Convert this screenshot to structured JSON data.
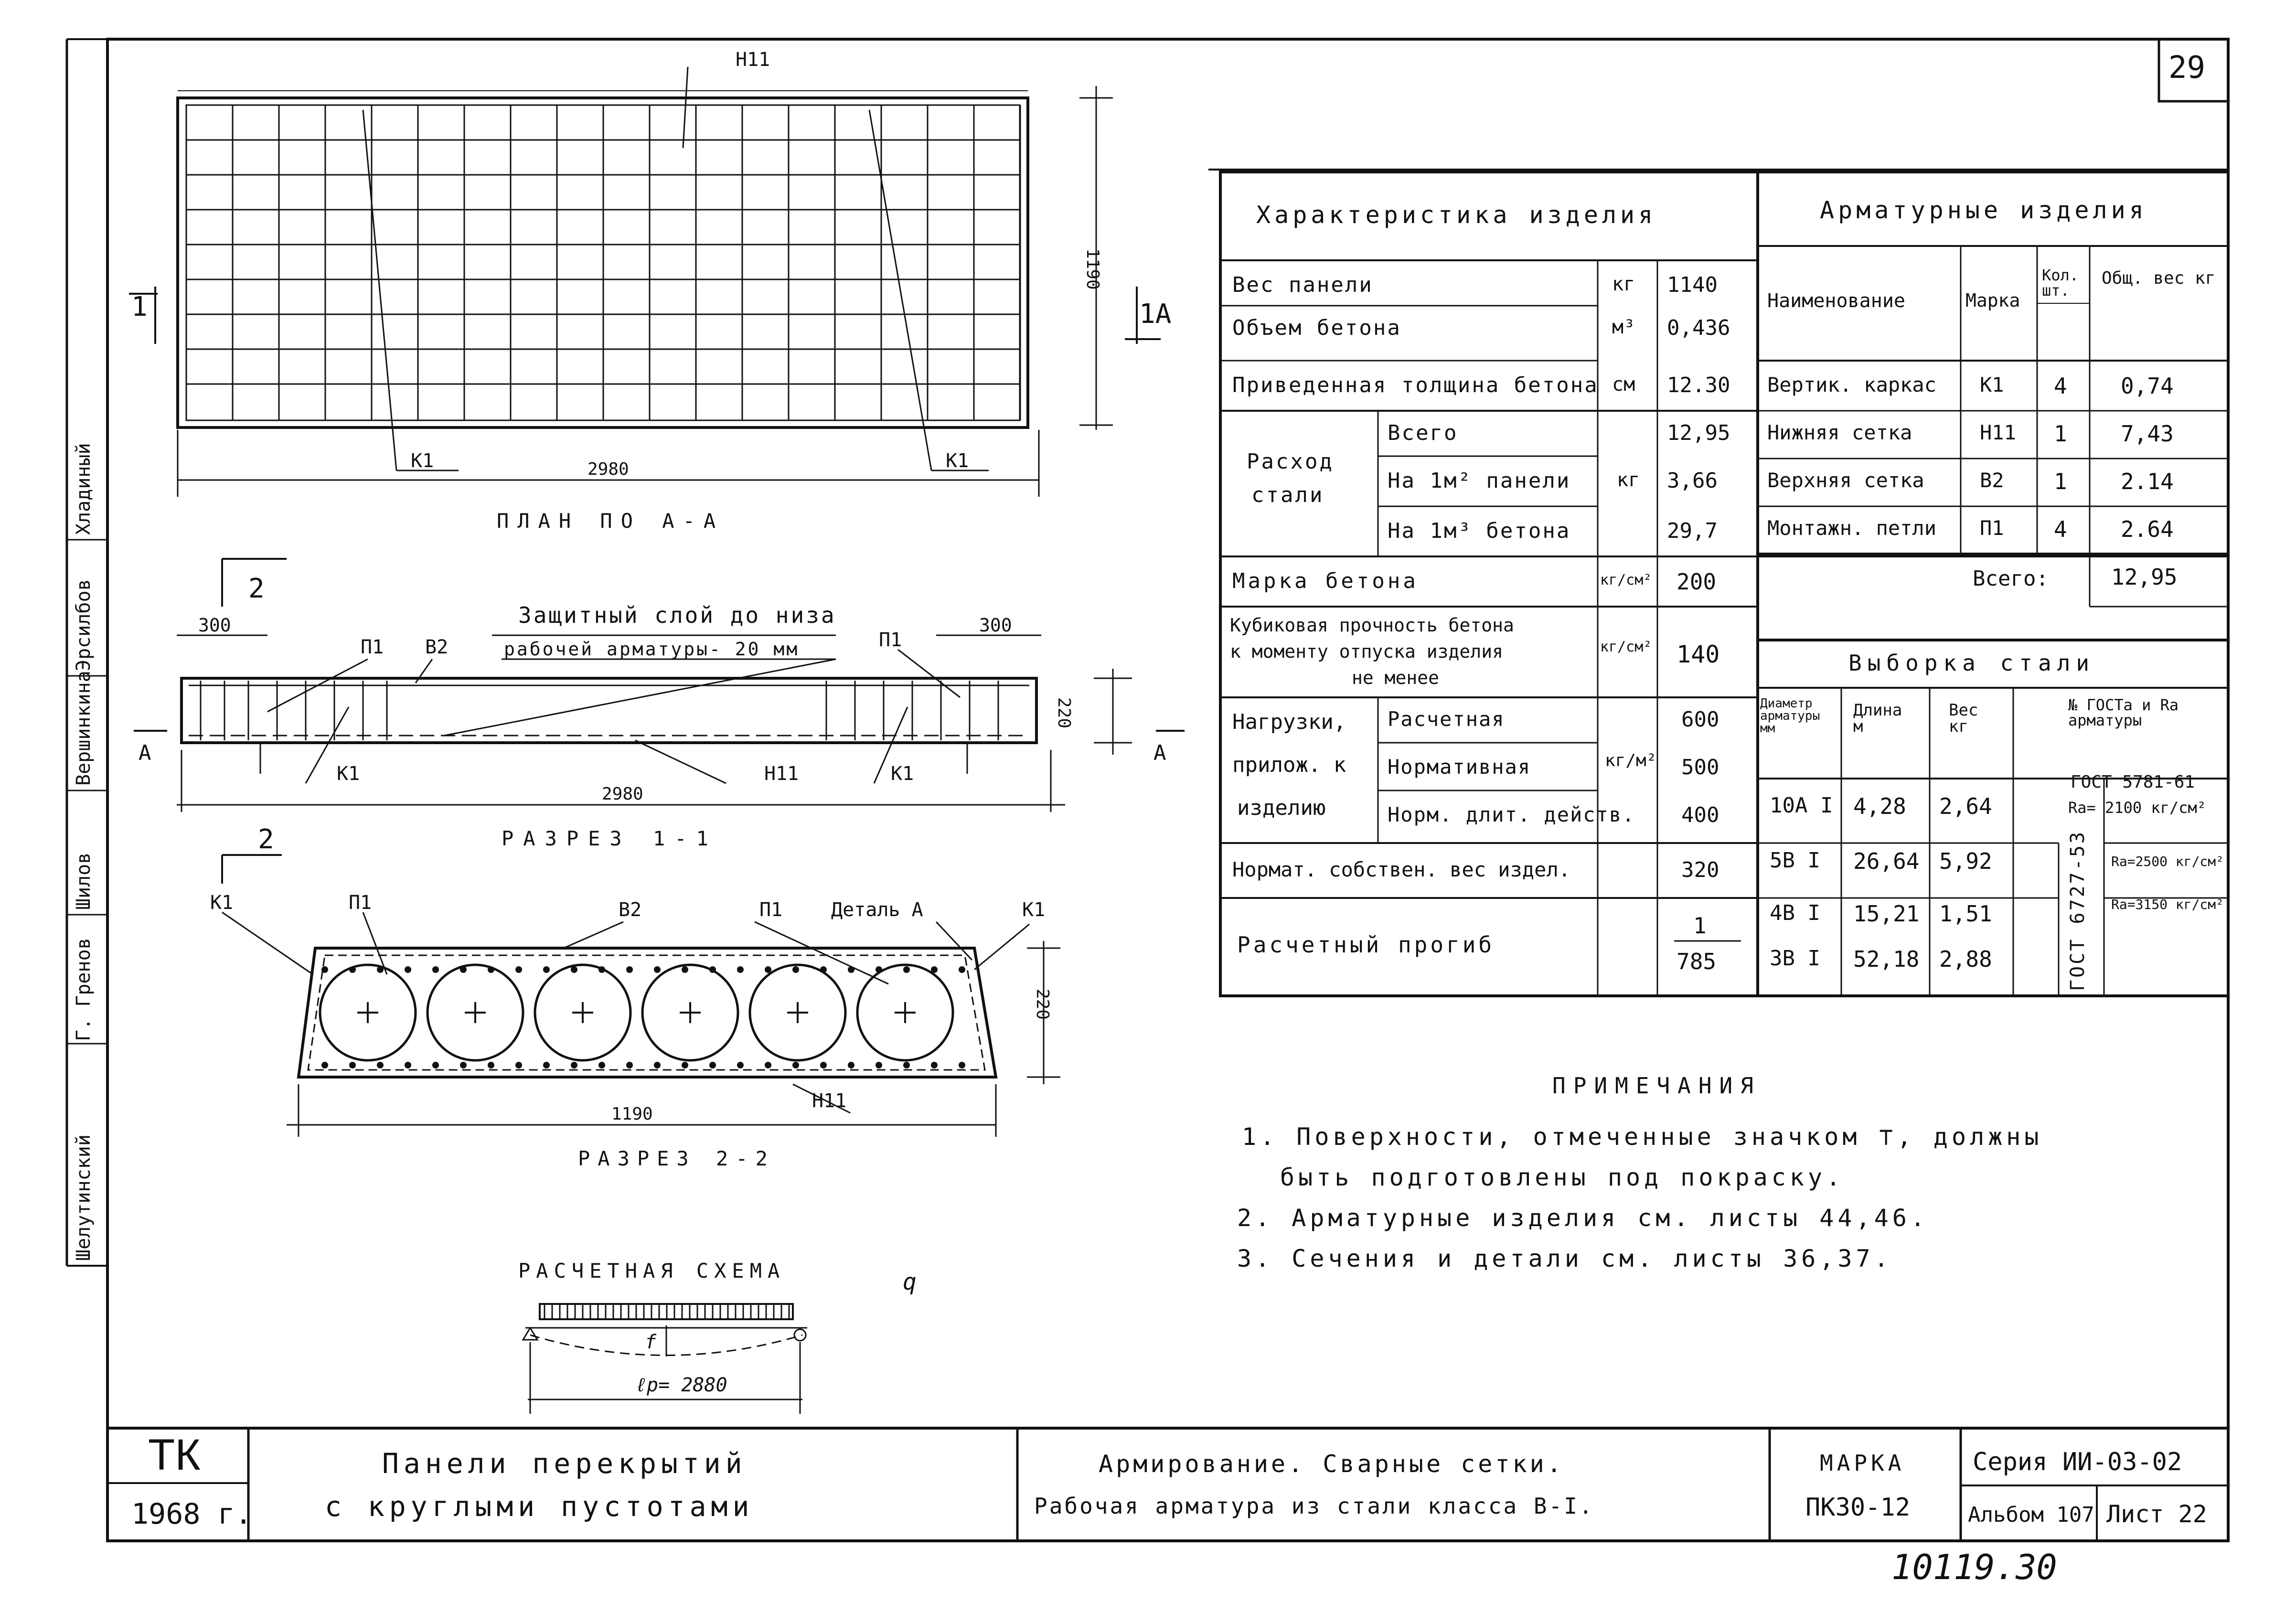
{
  "sheet_number": "29",
  "side_strip": [
    "Шелутинский",
    "Г. Гренов",
    "Шилов",
    "Вершинкина",
    "Эрсилбов",
    "Хладиный"
  ],
  "plan": {
    "title": "ПЛАН ПО А-А",
    "dim_length": "2980",
    "dim_width": "1190",
    "label_mesh": "Н11",
    "label_frame_left": "К1",
    "label_frame_right": "К1",
    "section_mark_left": "1",
    "section_mark_right": "1А"
  },
  "section11": {
    "title": "РАЗРЕЗ 1-1",
    "note_line1": "Защитный слой до низа",
    "note_line2": "рабочей арматуры- 20 мм",
    "dim_left": "300",
    "dim_right": "300",
    "dim_length": "2980",
    "dim_height": "220",
    "label_p1_left": "П1",
    "label_b2": "В2",
    "label_p1_right": "П1",
    "label_k1_left": "К1",
    "label_n11": "Н11",
    "label_k1_right": "К1",
    "mark_a_left": "А",
    "mark_a_right": "А",
    "mark_2": "2"
  },
  "section22": {
    "title": "РАЗРЕЗ 2-2",
    "dim_width": "1190",
    "dim_height": "220",
    "label_k1_left": "К1",
    "label_p1_left": "П1",
    "label_b2": "В2",
    "label_p1_right": "П1",
    "label_detail": "Деталь А",
    "label_k1_right": "К1",
    "label_n11": "Н11",
    "mark_2": "2"
  },
  "scheme": {
    "title": "РАСЧЕТНАЯ СХЕМА",
    "load": "q",
    "deflection": "f",
    "span": "ℓр= 2880"
  },
  "char_table": {
    "header": "Характеристика изделия",
    "rows": [
      {
        "name": "Вес панели",
        "unit": "кг",
        "value": "1140"
      },
      {
        "name": "Объем бетона",
        "unit": "м³",
        "value": "0,436"
      },
      {
        "name": "Приведенная толщина бетона",
        "unit": "см",
        "value": "12.30"
      }
    ],
    "steel_label_1": "Расход",
    "steel_label_2": "стали",
    "steel_unit": "кг",
    "steel_rows": [
      {
        "name": "Всего",
        "value": "12,95"
      },
      {
        "name": "На 1м² панели",
        "value": "3,66"
      },
      {
        "name": "На 1м³ бетона",
        "value": "29,7"
      }
    ],
    "concrete_grade": {
      "name": "Марка бетона",
      "unit": "кг/см²",
      "value": "200"
    },
    "cube_strength": {
      "line1": "Кубиковая прочность бетона",
      "line2": "к моменту отпуска изделия",
      "line3": "не менее",
      "unit": "кг/см²",
      "value": "140"
    },
    "loads_label_1": "Нагрузки,",
    "loads_label_2": "прилож. к",
    "loads_label_3": "изделию",
    "loads_unit": "кг/м²",
    "loads_rows": [
      {
        "name": "Расчетная",
        "value": "600"
      },
      {
        "name": "Нормативная",
        "value": "500"
      },
      {
        "name": "Норм. длит. действ.",
        "value": "400"
      }
    ],
    "self_weight": {
      "name": "Нормат. собствен. вес издел.",
      "value": "320"
    },
    "deflection": {
      "name": "Расчетный прогиб",
      "num": "1",
      "den": "785"
    }
  },
  "arm_table": {
    "header": "Арматурные изделия",
    "cols": [
      "Наименование",
      "Марка",
      "Кол. шт.",
      "Общ. вес кг"
    ],
    "rows": [
      {
        "name": "Вертик. каркас",
        "mark": "К1",
        "qty": "4",
        "weight": "0,74"
      },
      {
        "name": "Нижняя сетка",
        "mark": "Н11",
        "qty": "1",
        "weight": "7,43"
      },
      {
        "name": "Верхняя сетка",
        "mark": "В2",
        "qty": "1",
        "weight": "2.14"
      },
      {
        "name": "Монтажн. петли",
        "mark": "П1",
        "qty": "4",
        "weight": "2.64"
      }
    ],
    "total_label": "Всего:",
    "total_value": "12,95"
  },
  "steel_table": {
    "header": "Выборка стали",
    "cols": [
      "Диаметр арматуры мм",
      "Длина м",
      "Вес кг",
      "№ ГОСТа и Ra арматуры"
    ],
    "rows": [
      {
        "dia": "10А I",
        "len": "4,28",
        "w": "2,64",
        "gost": "ГОСТ 5781-61",
        "ra": "Ra= 2100 кг/см²"
      },
      {
        "dia": "5В I",
        "len": "26,64",
        "w": "5,92",
        "ra": "Ra=2500 кг/см²"
      },
      {
        "dia": "4В I",
        "len": "15,21",
        "w": "1,51",
        "ra": "Ra=3150 кг/см²"
      },
      {
        "dia": "3В I",
        "len": "52,18",
        "w": "2,88"
      }
    ],
    "gost_vertical": "ГОСТ 6727-53"
  },
  "notes": {
    "title": "ПРИМЕЧАНИЯ",
    "items": [
      "1. Поверхности, отмеченные значком ⊤, должны",
      "быть подготовлены под покраску.",
      "2. Арматурные изделия см. листы 44,46.",
      "3. Сечения и детали см. листы 36,37."
    ]
  },
  "title_block": {
    "org": "ТК",
    "year": "1968 г.",
    "name_line1": "Панели перекрытий",
    "name_line2": "с круглыми пустотами",
    "desc_line1": "Армирование. Сварные сетки.",
    "desc_line2": "Рабочая арматура из стали класса В-I.",
    "mark_label": "МАРКА",
    "mark_value": "ПК30-12",
    "series": "Серия ИИ-03-02",
    "album": "Альбом 107",
    "sheet": "Лист 22"
  },
  "archive_number": "10119.30"
}
